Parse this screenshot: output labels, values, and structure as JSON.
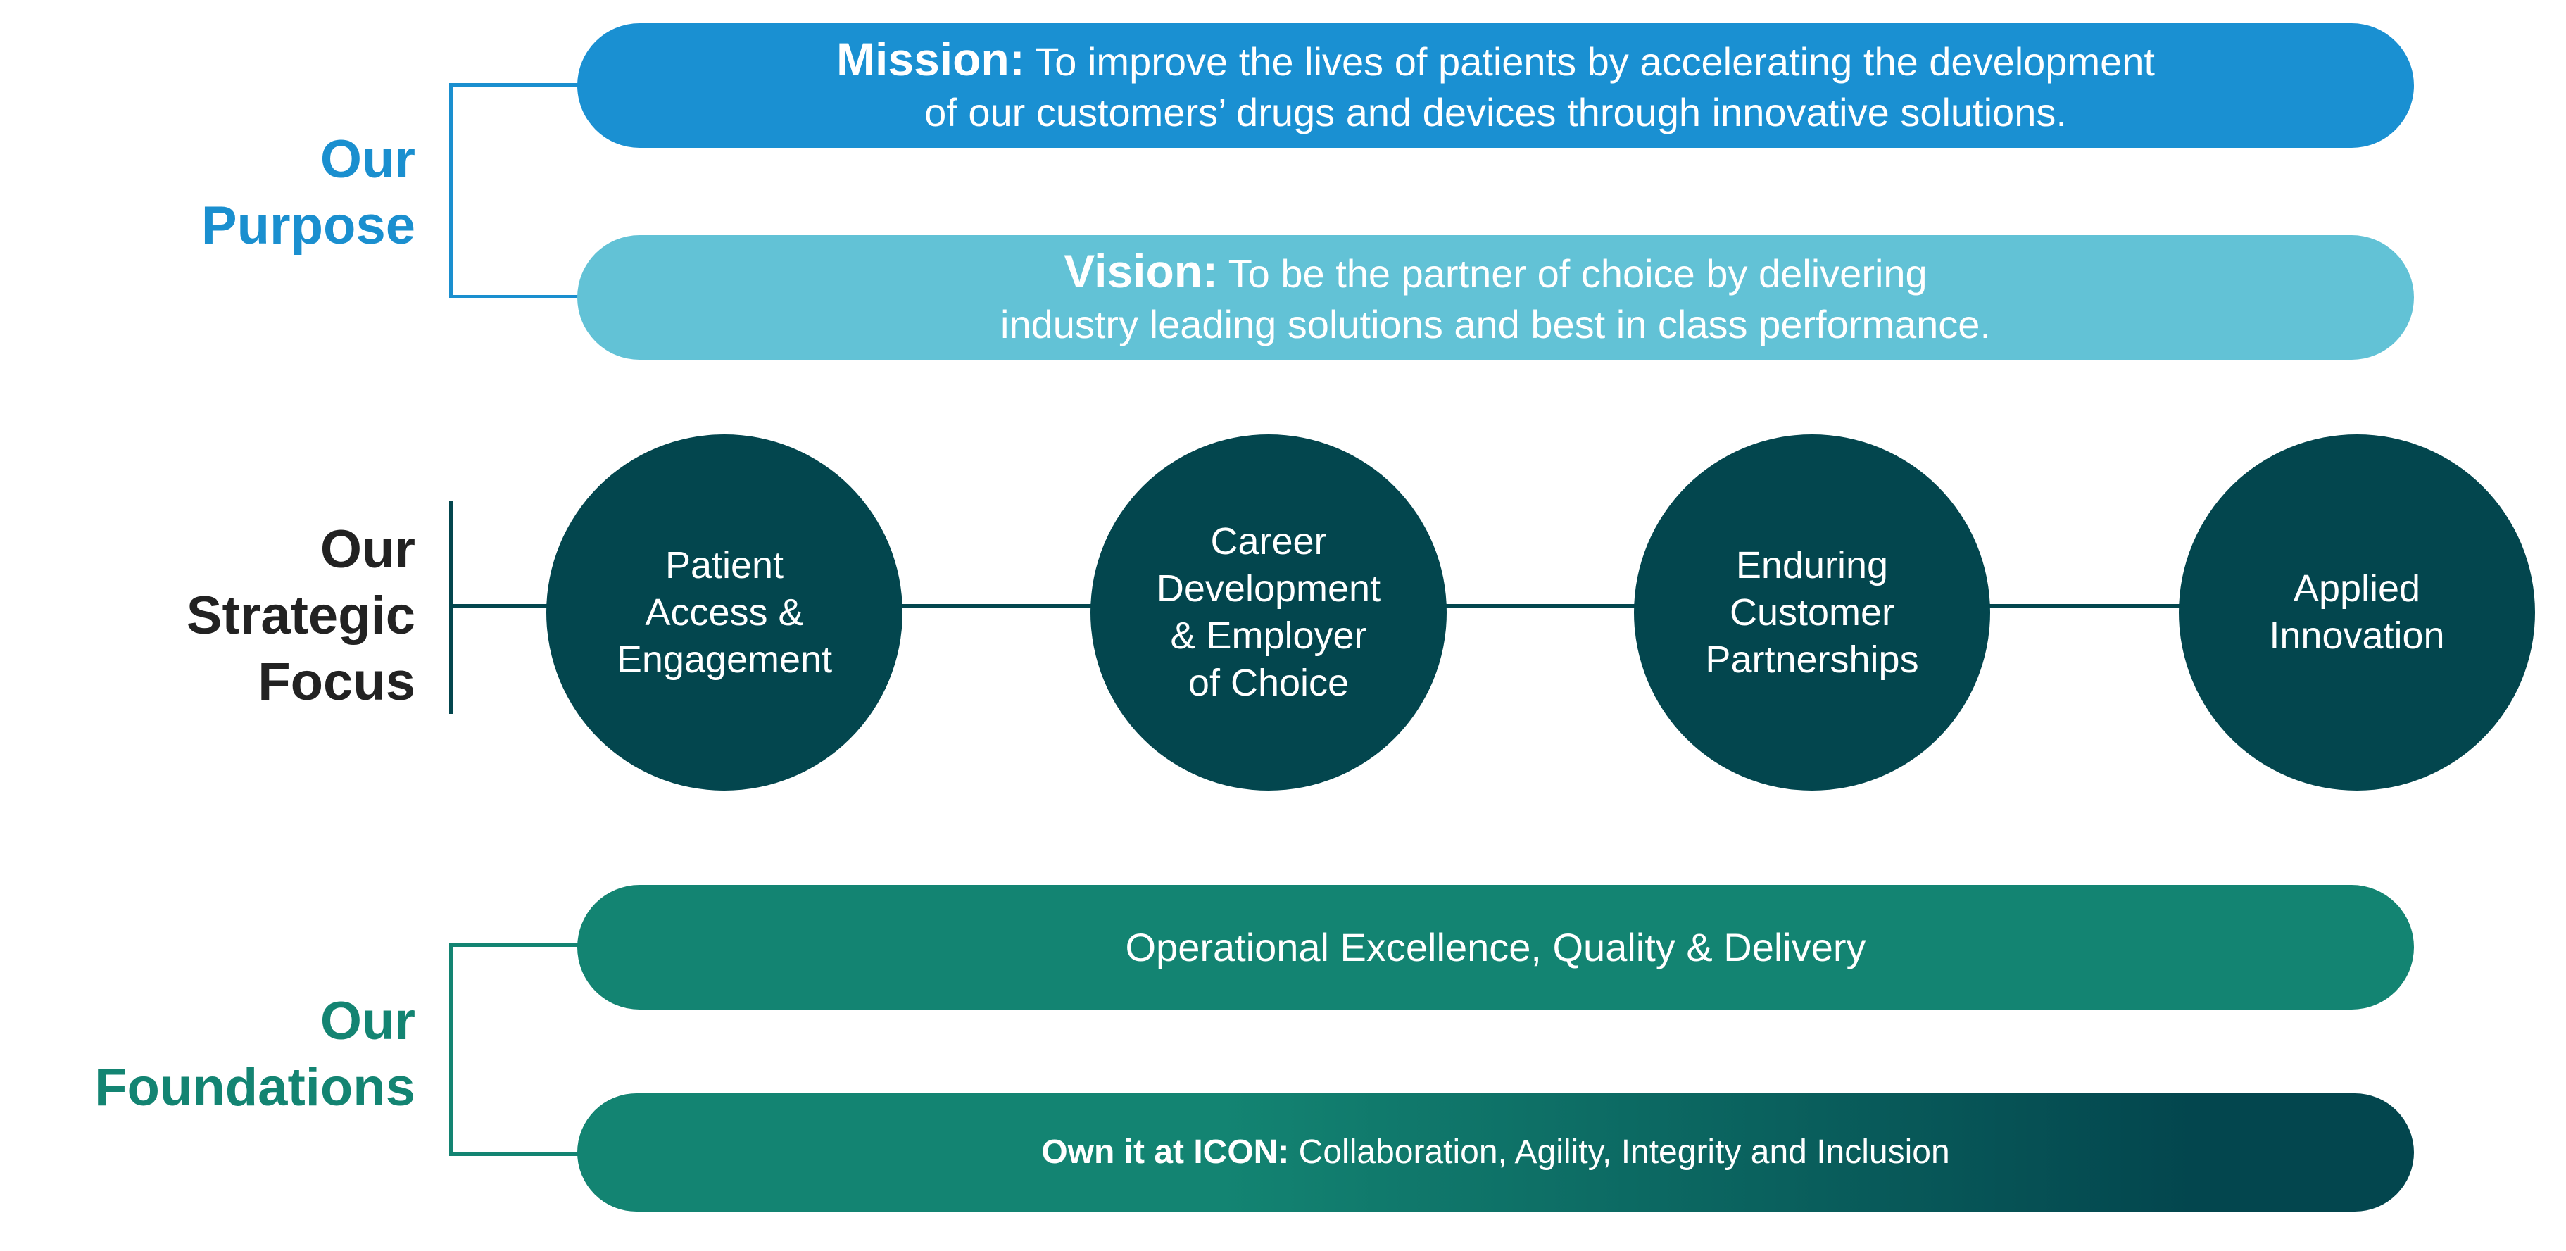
{
  "colors": {
    "purpose_blue": "#1a8fcf",
    "mission_fill": "#1a90d2",
    "vision_fill": "#62c2d6",
    "strategic_dark": "#03464e",
    "strategic_label": "#222222",
    "foundation_green": "#138472",
    "foundation_gradient_end": "#03464e"
  },
  "purpose": {
    "label_lines": [
      "Our",
      "Purpose"
    ],
    "mission": {
      "lead": "Mission:",
      "line1": "To improve the lives of patients by accelerating the development",
      "line2": "of our customers’ drugs and devices through innovative solutions."
    },
    "vision": {
      "lead": "Vision:",
      "line1": "To be the partner of choice by delivering",
      "line2": "industry leading solutions and best in class performance."
    }
  },
  "strategic_focus": {
    "label_lines": [
      "Our",
      "Strategic",
      "Focus"
    ],
    "pillars": [
      {
        "lines": [
          "Patient",
          "Access &",
          "Engagement"
        ]
      },
      {
        "lines": [
          "Career",
          "Development",
          "& Employer",
          "of Choice"
        ]
      },
      {
        "lines": [
          "Enduring",
          "Customer",
          "Partnerships"
        ]
      },
      {
        "lines": [
          "Applied",
          "Innovation"
        ]
      }
    ]
  },
  "foundations": {
    "label_lines": [
      "Our",
      "Foundations"
    ],
    "operational": {
      "text": "Operational Excellence, Quality & Delivery"
    },
    "own_it": {
      "lead": "Own it at ICON:",
      "text": "Collaboration, Agility, Integrity and Inclusion"
    }
  }
}
